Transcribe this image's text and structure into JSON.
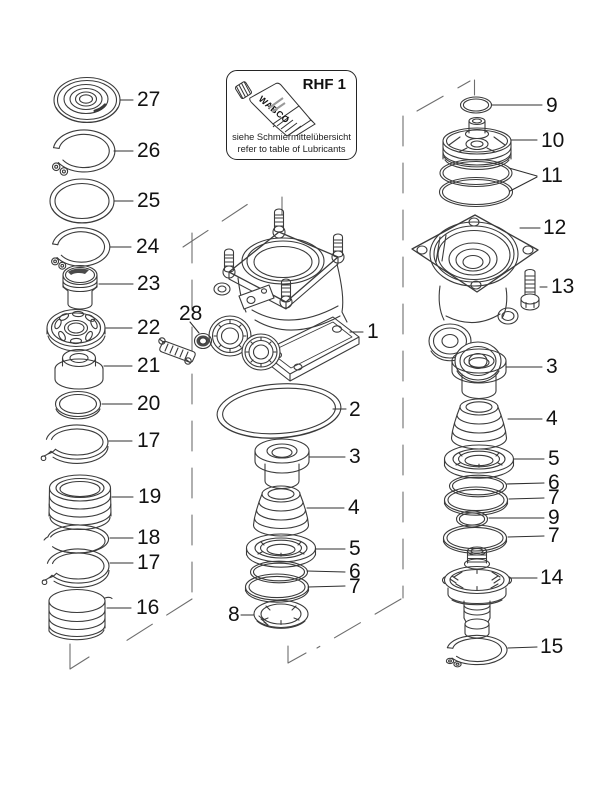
{
  "figure": {
    "kind": "exploded-parts-diagram",
    "colors": {
      "background": "#ffffff",
      "line_art": "#3b3b3b",
      "construction_line": "#6e6e6e",
      "label_text": "#121212"
    }
  },
  "lubricant_box": {
    "code": "RHF 1",
    "brand": "WABCO",
    "note_de": "siehe Schmiermittelübersicht",
    "note_en": "refer to table of Lubricants"
  },
  "callouts": [
    {
      "label": "27"
    },
    {
      "label": "26"
    },
    {
      "label": "25"
    },
    {
      "label": "24"
    },
    {
      "label": "23"
    },
    {
      "label": "22"
    },
    {
      "label": "21"
    },
    {
      "label": "20"
    },
    {
      "label": "17"
    },
    {
      "label": "19"
    },
    {
      "label": "18"
    },
    {
      "label": "17"
    },
    {
      "label": "16"
    },
    {
      "label": "28"
    },
    {
      "label": "1"
    },
    {
      "label": "2"
    },
    {
      "label": "3"
    },
    {
      "label": "4"
    },
    {
      "label": "5"
    },
    {
      "label": "6"
    },
    {
      "label": "7"
    },
    {
      "label": "8"
    },
    {
      "label": "9"
    },
    {
      "label": "10"
    },
    {
      "label": "11"
    },
    {
      "label": "12"
    },
    {
      "label": "13"
    },
    {
      "label": "3"
    },
    {
      "label": "4"
    },
    {
      "label": "5"
    },
    {
      "label": "6"
    },
    {
      "label": "7"
    },
    {
      "label": "9"
    },
    {
      "label": "7"
    },
    {
      "label": "14"
    },
    {
      "label": "15"
    }
  ]
}
